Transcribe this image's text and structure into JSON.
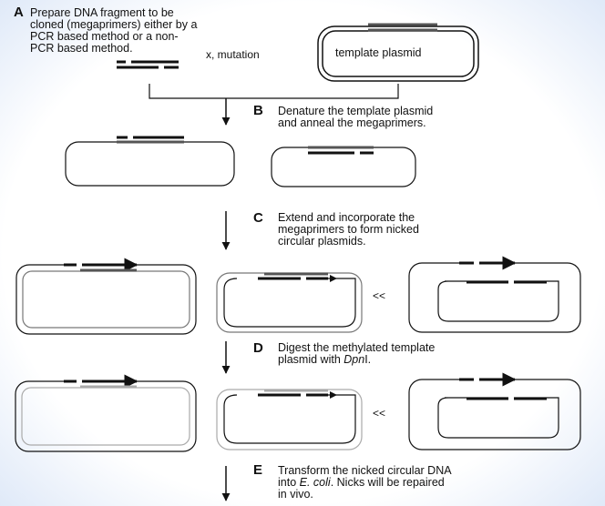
{
  "steps": [
    {
      "letter": "A",
      "text": "Prepare DNA fragment to be\ncloned (megaprimers) either by a\nPCR based method or a non-\nPCR based method."
    },
    {
      "letter": "B",
      "text": "Denature the template plasmid\nand anneal the megaprimers."
    },
    {
      "letter": "C",
      "text": "Extend and incorporate the\nmegaprimers to form nicked\ncircular plasmids."
    },
    {
      "letter": "D",
      "text_before": "Digest the methylated template\nplasmid with ",
      "text_italic": "Dpn",
      "text_after": "I."
    },
    {
      "letter": "E",
      "line1": "Transform the nicked circular DNA",
      "line2_before": "into ",
      "line2_italic": "E. coli",
      "line2_after": ". Nicks will be repaired",
      "line3": "in vivo."
    }
  ],
  "legend": {
    "mutation_label": "x, mutation"
  },
  "template_plasmid_label": "template plasmid",
  "comparison_symbol": "<<",
  "colors": {
    "background_edge": "#dfe9f8",
    "strand": "#111111",
    "template_strand": "#777777",
    "digested_strand": "#aaaaaa"
  }
}
